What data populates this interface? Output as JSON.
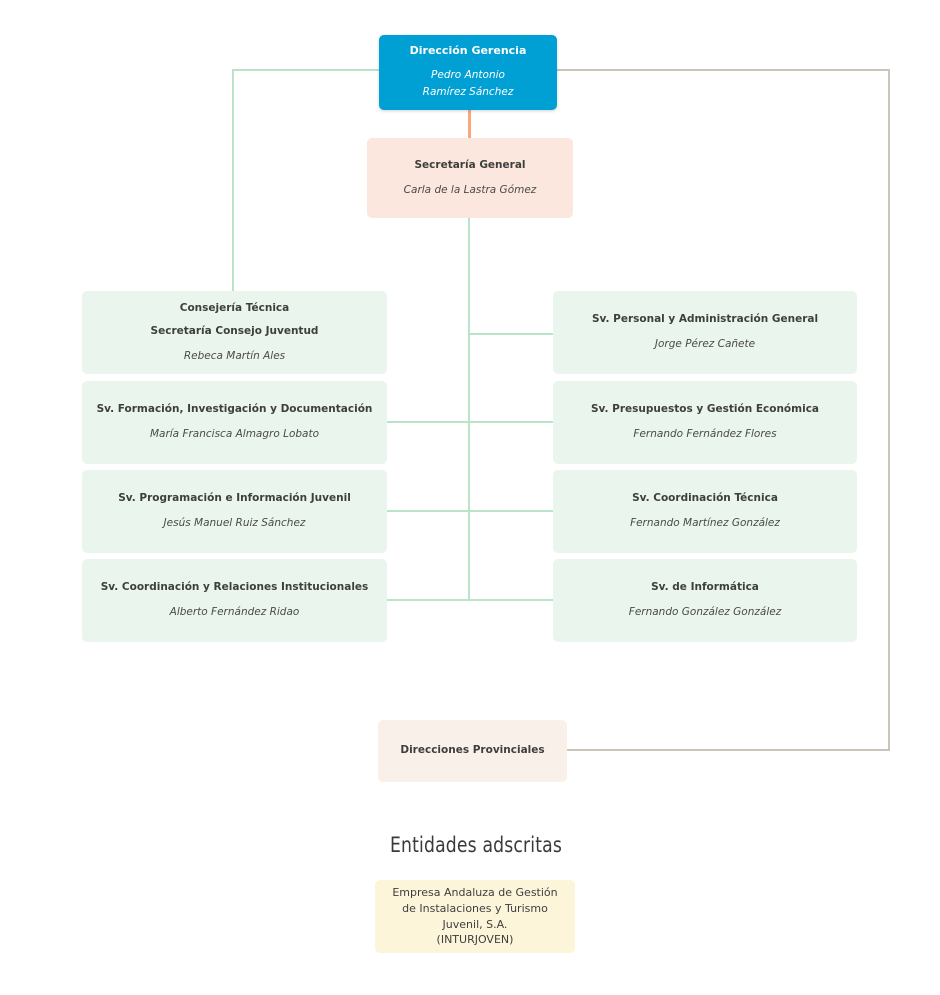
{
  "org": {
    "root": {
      "title": "Dirección Gerencia",
      "name": "Pedro Antonio\nRamírez Sánchez"
    },
    "secretaria": {
      "title": "Secretaría General",
      "name": "Carla de la Lastra Gómez"
    },
    "left": [
      {
        "title": "Consejería Técnica",
        "title2": "Secretaría Consejo Juventud",
        "name": "Rebeca Martín Ales"
      },
      {
        "title": "Sv. Formación, Investigación y Documentación",
        "name": "María Francisca Almagro Lobato"
      },
      {
        "title": "Sv. Programación e Información Juvenil",
        "name": "Jesús Manuel Ruiz Sánchez"
      },
      {
        "title": "Sv. Coordinación y Relaciones Institucionales",
        "name": "Alberto Fernández Ridao"
      }
    ],
    "right": [
      {
        "title": "Sv. Personal y Administración General",
        "name": "Jorge Pérez Cañete"
      },
      {
        "title": "Sv. Presupuestos y Gestión Económica",
        "name": "Fernando Fernández Flores"
      },
      {
        "title": "Sv. Coordinación Técnica",
        "name": "Fernando Martínez González"
      },
      {
        "title": "Sv. de Informática",
        "name": "Fernando González González"
      }
    ],
    "provinciales": {
      "title": "Direcciones Provinciales"
    },
    "entidades": {
      "heading": "Entidades adscritas",
      "box": "Empresa Andaluza de Gestión\nde Instalaciones y Turismo\nJuvenil, S.A.\n(INTURJOVEN)"
    }
  },
  "colors": {
    "root_bg": "#009fd4",
    "peach_bg": "#fbe7de",
    "peach_light_bg": "#faf0ea",
    "green_bg": "#eaf6ed",
    "yellow_bg": "#fdf5d9",
    "line_green": "#bae3c7",
    "line_tan": "#cac4bb",
    "line_orange": "#f9a87c"
  }
}
